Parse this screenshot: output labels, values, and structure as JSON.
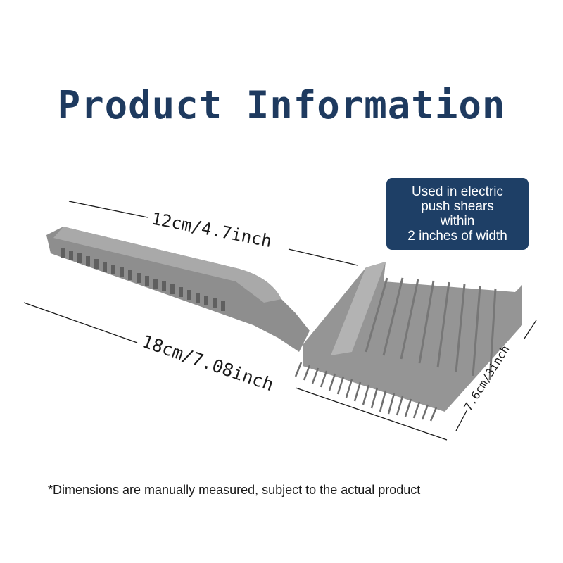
{
  "title": "Product Information",
  "note": {
    "lines": [
      "Used in electric",
      "push shears",
      "within",
      "2 inches of width"
    ],
    "background": "#1e3f66"
  },
  "dimensions": {
    "handle_length": "12cm/4.7inch",
    "total_length": "18cm/7.08inch",
    "width": "7.6cm/3inch"
  },
  "footnote": "*Dimensions are manually measured, subject to the actual product",
  "colors": {
    "title": "#1e3a5f",
    "comb": "#8f8f8f"
  }
}
